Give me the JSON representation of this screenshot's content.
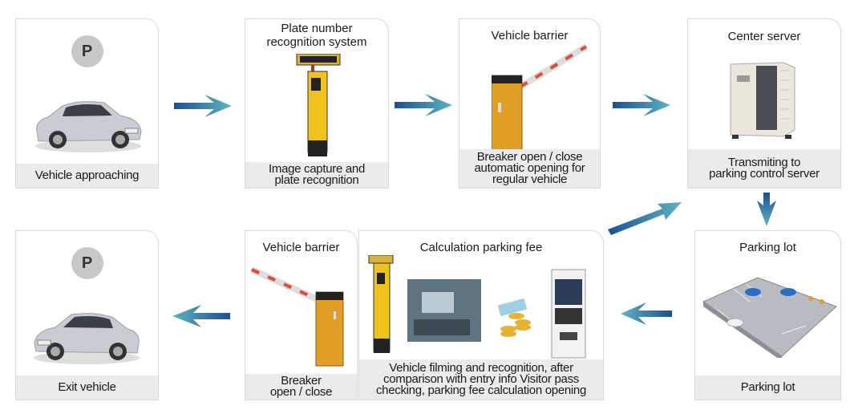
{
  "diagram": {
    "colors": {
      "arrow_dark": "#1f4f8f",
      "arrow_light": "#5fb3c2",
      "caption_bg": "#ebebeb",
      "badge_bg": "#c8c8c8"
    },
    "steps": [
      {
        "id": "approach",
        "title": "",
        "badge": "P",
        "image": "car-icon",
        "caption": [
          "Vehicle approaching"
        ]
      },
      {
        "id": "lpr",
        "title": [
          "Plate number",
          "recognition system"
        ],
        "image": "lpr-camera-icon",
        "caption": [
          "Image capture and",
          "plate recognition"
        ]
      },
      {
        "id": "barrier-in",
        "title": [
          "Vehicle barrier"
        ],
        "image": "barrier-gate-icon",
        "caption": [
          "Breaker open / close",
          "automatic opening for",
          "regular vehicle"
        ]
      },
      {
        "id": "server",
        "title": [
          "Center server"
        ],
        "image": "server-icon",
        "caption": [
          "Transmiting to",
          "parking control server"
        ]
      },
      {
        "id": "parking",
        "title": [
          "Parking lot"
        ],
        "image": "parking-lot-icon",
        "caption": [
          "Parking lot"
        ]
      },
      {
        "id": "fee",
        "title": [
          "Calculation parking fee"
        ],
        "image": "payment-equipment-icon",
        "caption": [
          "Vehicle filming and recognition, after",
          "comparison with entry info Visitor pass",
          "checking, parking fee calculation opening"
        ]
      },
      {
        "id": "barrier-out",
        "title": [
          "Vehicle barrier"
        ],
        "image": "barrier-gate-icon",
        "caption": [
          "Breaker",
          "open / close"
        ]
      },
      {
        "id": "exit",
        "title": "",
        "badge": "P",
        "image": "car-icon",
        "caption": [
          "Exit vehicle"
        ]
      }
    ],
    "arrows": [
      "approach→lpr",
      "lpr→barrier-in",
      "barrier-in→server",
      "server→parking",
      "parking→fee",
      "fee→server",
      "barrier-out→exit"
    ]
  }
}
